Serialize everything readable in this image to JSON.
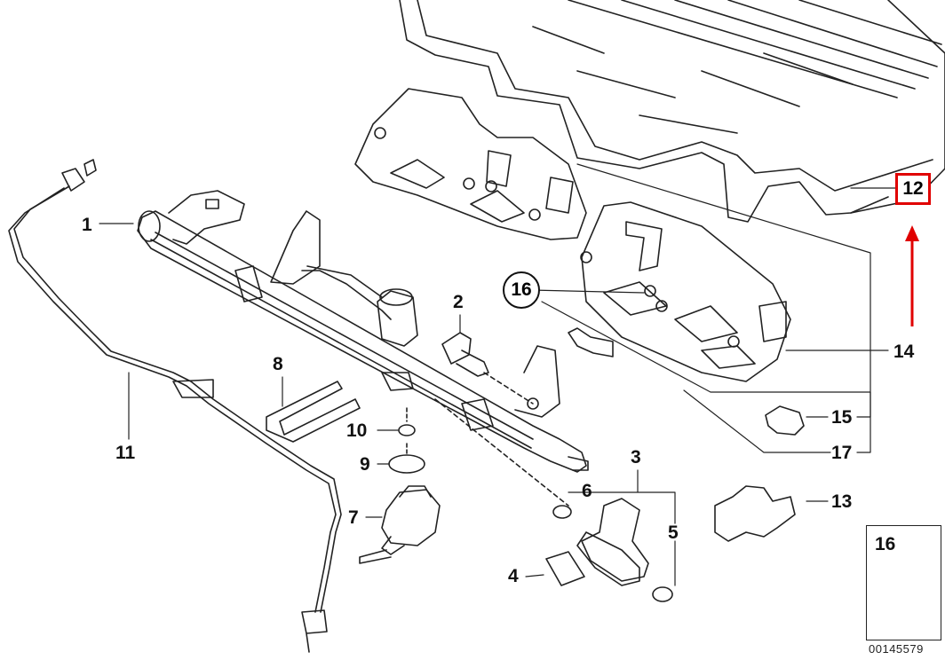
{
  "diagram": {
    "labels": {
      "l1": "1",
      "l2": "2",
      "l3": "3",
      "l4": "4",
      "l5": "5",
      "l6": "6",
      "l7": "7",
      "l8": "8",
      "l9": "9",
      "l10": "10",
      "l11": "11",
      "l12": "12",
      "l13": "13",
      "l14": "14",
      "l15": "15",
      "l16": "16",
      "l17": "17"
    },
    "inset": {
      "label": "16"
    },
    "code": "00145579",
    "highlight_color": "#e00000"
  }
}
